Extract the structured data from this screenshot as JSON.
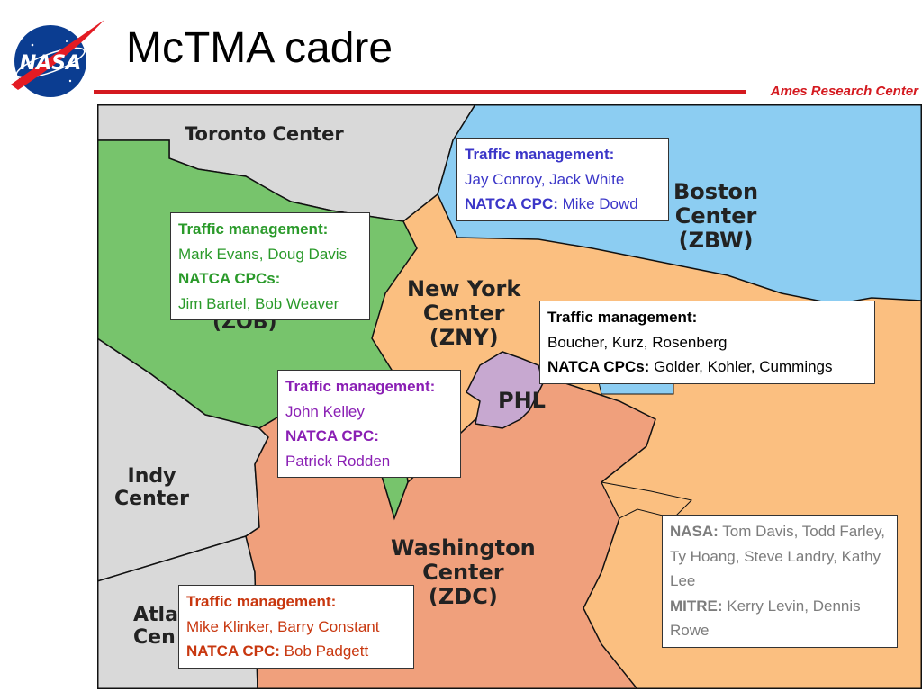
{
  "header": {
    "title": "McTMA cadre",
    "logo_text": "NASA",
    "center_name": "Ames Research Center"
  },
  "colors": {
    "rule_red": "#d4191f",
    "toronto": "#d9d9d9",
    "cleveland": "#77c46c",
    "boston": "#8ccdf2",
    "new_york": "#fbbf80",
    "washington": "#f0a07c",
    "phl": "#c7a8d0",
    "indy": "#d9d9d9"
  },
  "map_labels": {
    "toronto": "Toronto Center",
    "boston": "Boston\nCenter\n(ZBW)",
    "new_york": "New York\nCenter\n(ZNY)",
    "cleveland_code": "(ZOB)",
    "phl": "PHL",
    "indy": "Indy\nCenter",
    "washington": "Washington\nCenter\n(ZDC)",
    "atlanta": "Atla\nCen"
  },
  "boxes": {
    "boston": {
      "h1": "Traffic management:",
      "names": "Jay Conroy, Jack White",
      "h2": "NATCA CPC:",
      "cpc": "Mike Dowd"
    },
    "cleveland": {
      "h1": "Traffic management:",
      "names": "Mark Evans, Doug Davis",
      "h2": "NATCA CPCs:",
      "cpc": "Jim Bartel, Bob Weaver"
    },
    "new_york": {
      "h1": "Traffic management:",
      "names": "Boucher, Kurz, Rosenberg",
      "h2": "NATCA CPCs:",
      "cpc": "Golder, Kohler, Cummings"
    },
    "phl": {
      "h1": "Traffic management:",
      "names": "John Kelley",
      "h2": "NATCA CPC:",
      "cpc": "Patrick Rodden"
    },
    "washington": {
      "h1": "Traffic management:",
      "names": "Mike Klinker, Barry Constant",
      "h2": "NATCA CPC:",
      "cpc": "Bob Padgett"
    },
    "nasa": {
      "h1": "NASA:",
      "names": "Tom Davis, Todd Farley, Ty Hoang, Steve Landry, Kathy Lee",
      "h2": "MITRE:",
      "cpc": "Kerry Levin, Dennis Rowe"
    }
  }
}
